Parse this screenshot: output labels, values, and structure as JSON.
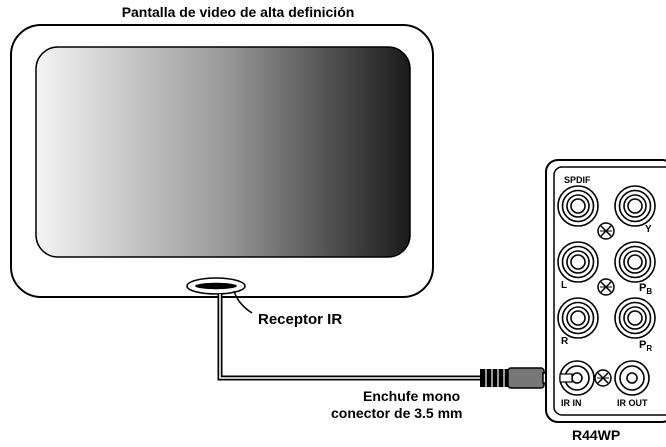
{
  "title": "Pantalla de video de alta definición",
  "receptor_label": "Receptor IR",
  "plug_label_line1": "Enchufe mono",
  "plug_label_line2": "conector de 3.5 mm",
  "model": "R44WP",
  "jacks": {
    "spdif": "SPDIF",
    "y": "Y",
    "l": "L",
    "pb": "P",
    "pb_sub": "B",
    "r": "R",
    "pr": "P",
    "pr_sub": "R",
    "ir_in": "IR IN",
    "ir_out": "IR OUT"
  }
}
